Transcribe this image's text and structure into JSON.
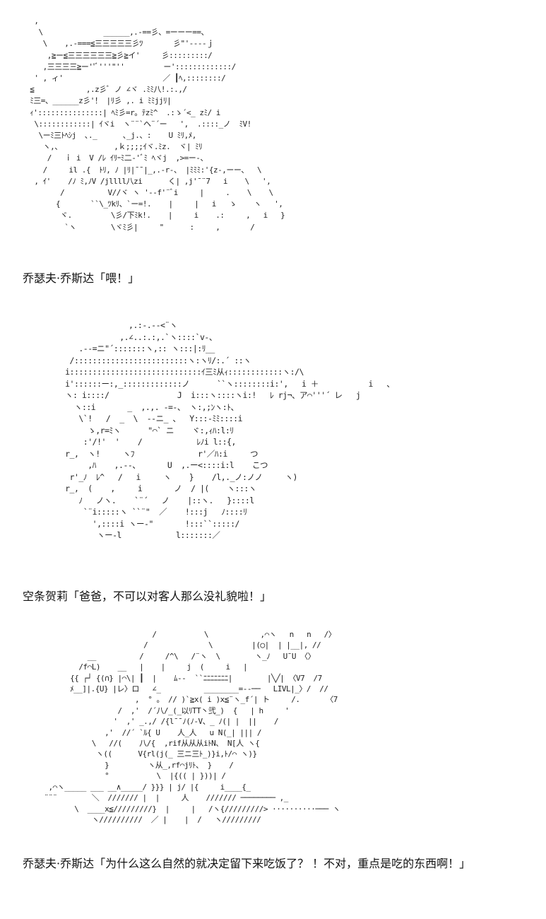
{
  "dialogue": [
    {
      "art": "   ,\n    \\              ______,.-==彡、=ーーー==、\n     \\    ,.-===≦三三三三三彡ﾂ       彡\"'----ｊ\n      ,≧ー≦三三三三三三≧彡≧イ'     彡:::::::::/\n     ,三三三三≧ー''ﾞ'''\"''         ー':::::::::::::/\n   ' , ィ'                       ／ ┃ﾍ,::::::::/\n  ≦            ,.z彡ﾞ ノ ∠ヾ .ﾐﾐ八!.:.,/\n  ﾐ三=、______z彡'！ |ﾘ彡 ,. i ﾐﾐjjﾘ|\n  ｨ':::::::::::::::| ﾍﾐ彡=r。ﾃzﾐ^  .:ゝ´<_ zﾐ/ i\n   \\::::::::::::| ｲヾi  ヽ¨¨`ヘ¨´ー   ',  .::::_ノ  ﾐV!\n    \\ーﾐ三ﾄﾍｼj  ､._      ､_j.、:    U ﾐﾘ,ﾒ,\n     ヽ,、            ,ｋ;;;;ｲヾ.ﾐz.  ヾ| ﾐﾘ\n      /   ｉ i  V /ﾚ ｲﾘｰﾐ二-'ﾞﾐ ﾍヾj  ,>=ー-、\n     /     il .{  ﾄﾘ, ﾉ |ﾘ|¯¯|_,.-r-、 |ﾐﾐﾐ:'{z-,ーー、  \\\n   , ｲ'    /ﾉ ﾐ,ﾉV /jllll八zi      く| ,j'¯¨7   i    \\   ',\n         /          V//ヾ ヽ '--f'¨ﾞi     |     .    \\    \\\n        {       ``\\_ﾂkﾘ、`ー=!.    |     |   i   ゝ    ヽ   ',\n         ヾ.         \\彡/下ﾐk!.    |     i    .:     ,   i   }\n          `ヽ        \\ヾﾐ彡|     \"      :     ,       /",
      "text": "乔瑟夫·乔斯达「喂！」"
    },
    {
      "art": "                   ,.:-.--<¨ヽ\n                 ,.∠..:.:,.`ヽ::::`v-、\n        .--=ニ\"´:::::::ヽ,:: ヽ:::|:ﾘ__\n      /:::::::::::::::::::::::::ヽ:ヽﾘ/:.´ ::ヽ\n     i:::::::::::::::::::::::::::::ｲ三ﾐ从ｨ::::::::::::ヽ:/\\\n     i'::::::ー:,_:::::::::::::ノ      ``ヽ::::::::i:',   i ＋           i   、\n     ヽ: i::::/               J  i:::ヽ::::ヽi:!   ﾚ rj¬、ア⌒'''´ レ   j\n       ヽ::i       _  ,.,. -=-、 ヽ:,;ﾝヽ:ﾄ、\n        \\`!   /  _  \\  --ニ_ 、  Y:::-ﾐﾐ::::i\n          ゝ,r=ﾐヽ      \"⌒` ニ    ヾ:,ｨﾊ:l:ﾘ\n         :'/!'  '    /            ﾚﾉi l::{,\n     r_,  ヽ!     ヽﾌ              r'／ﾊ:i     つ\n          ,ﾊ    ,.--、      U  ,.ー<::::i:l    こつ\n      r'_ﾉ  ﾚ^   /   i     ヽ    }    /l,._ノ:ノノ     ヽ)\n     r_,  (    ,     i       ノ  / |(    ヽ:::ヽ\n        ﾉ   ノヽ.    `¨´   ノ    |::ヽ.   }::::l\n         `¨i:::::ヽ ``¨\"  ／    !:::j   ﾉ::::ﾘ\n           ',::::i ヽー-\"       !:::``:::::/\n            ヽー-l            l:::::::／",
      "text": "空条贺莉「爸爸，不可以对客人那么没礼貌啦！」"
    },
    {
      "art": "                            /           \\            ,⌒ヽ   n   n   /〉\n                          /              \\         |(◯|  | |__|, //\n             __          /     /^\\   /¨ヽ  \\        ヽ_ﾉ   U¯U 〈〉\n           /f⌒L)    __   |    |     j  (     i   |\n         {{ ┌┘ {(∩} |⌒\\| ┃  |    ﾑ--  ``ﾆﾆﾆﾆﾆﾆﾆ|        |╲╱| 〈V7  /7\n         ﾒ__]|.{U} |レ〉ロ   ∠_          ________=--──   LIVL|_〉/  //\n                        ,  ° 。 // )`≧x( i )x≦¨ヽ_f´| ト     /.      〈7\n                    /  ,'  /´八/_(_以ﾘTT丶弐_)  {   | h     '\n                   '  ,' _.,/ /{l¯¯ﾉ(ﾉ-V、_ ﾉ(| |  ||    /\n                 ,'  //´ `ﾙ{ U    人_人   u N(_| ||| /\n              \\   //(    八/{  ,rif从从从iﾄN、 N[人 ヽ{\n               ヽ((      V{rl(j(_ 三ニ三ﾄ_)}i,ﾄ/⌒ ヽ)}\n                 }         ヽ从_,rf⌒jﾘﾄ、 }    /\n                 °           \\  |{(( | }))| /\n    ,⌒ヽ_____ ___ __∧_____/ }}} | j/ |{     i____{_\n   ¨¨¨        ＼  /////// |  |     人    /////// ──────── ,_\n          \\  ____x≦/////////}  |     |   /ヽ{/////////> ··········─── ヽ\n              ヽ//////////  ／ |    |  /   ヽ/////////",
      "text": "乔瑟夫·乔斯达「为什么这么自然的就决定留下来吃饭了？ ！不对，重点是吃的东西啊！」"
    }
  ]
}
